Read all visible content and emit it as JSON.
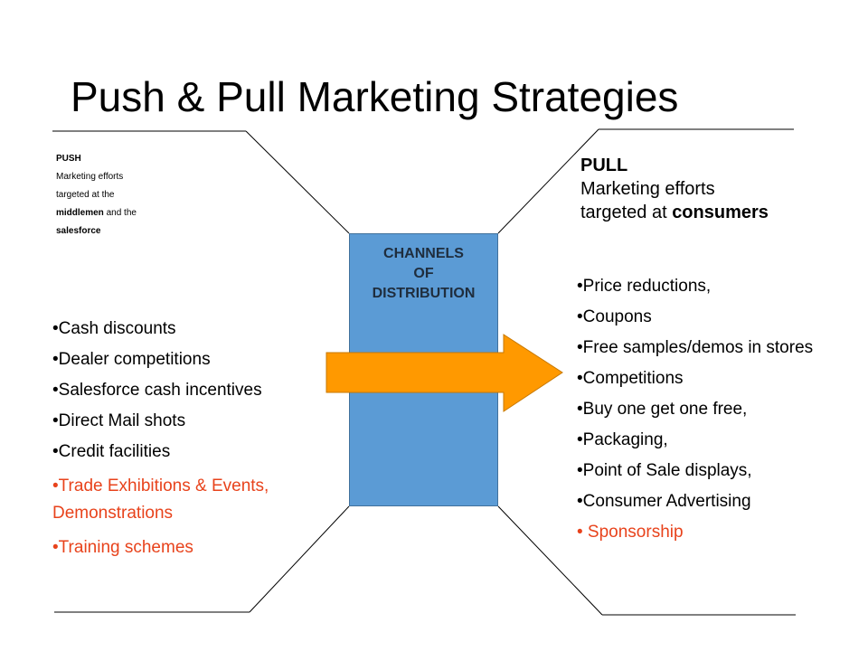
{
  "title": "Push & Pull Marketing Strategies",
  "push": {
    "heading": "PUSH",
    "line1": "Marketing efforts",
    "line2": "targeted at the",
    "line3_bold": "middlemen",
    "line3_rest": " and the",
    "line4_bold": "salesforce",
    "items": [
      "•Cash discounts",
      "•Dealer competitions",
      "•Salesforce cash incentives",
      "•Direct Mail shots",
      "•Credit facilities",
      "•Trade Exhibitions & Events, Demonstrations",
      "•Training schemes"
    ]
  },
  "pull": {
    "heading": "PULL",
    "line1": "Marketing efforts",
    "line2_start": "targeted at ",
    "line2_bold": "consumers",
    "items": [
      "•Price reductions,",
      "•Coupons",
      "•Free samples/demos in stores",
      "•Competitions",
      "•Buy one get one free,",
      "•Packaging,",
      "•Point of Sale displays,",
      "•Consumer Advertising",
      "• Sponsorship"
    ]
  },
  "channel": {
    "line1": "CHANNELS",
    "line2": "OF",
    "line3": "DISTRIBUTION"
  },
  "colors": {
    "box_fill": "#5b9bd5",
    "arrow_fill": "#ff9900",
    "highlight": "#e8431c"
  }
}
